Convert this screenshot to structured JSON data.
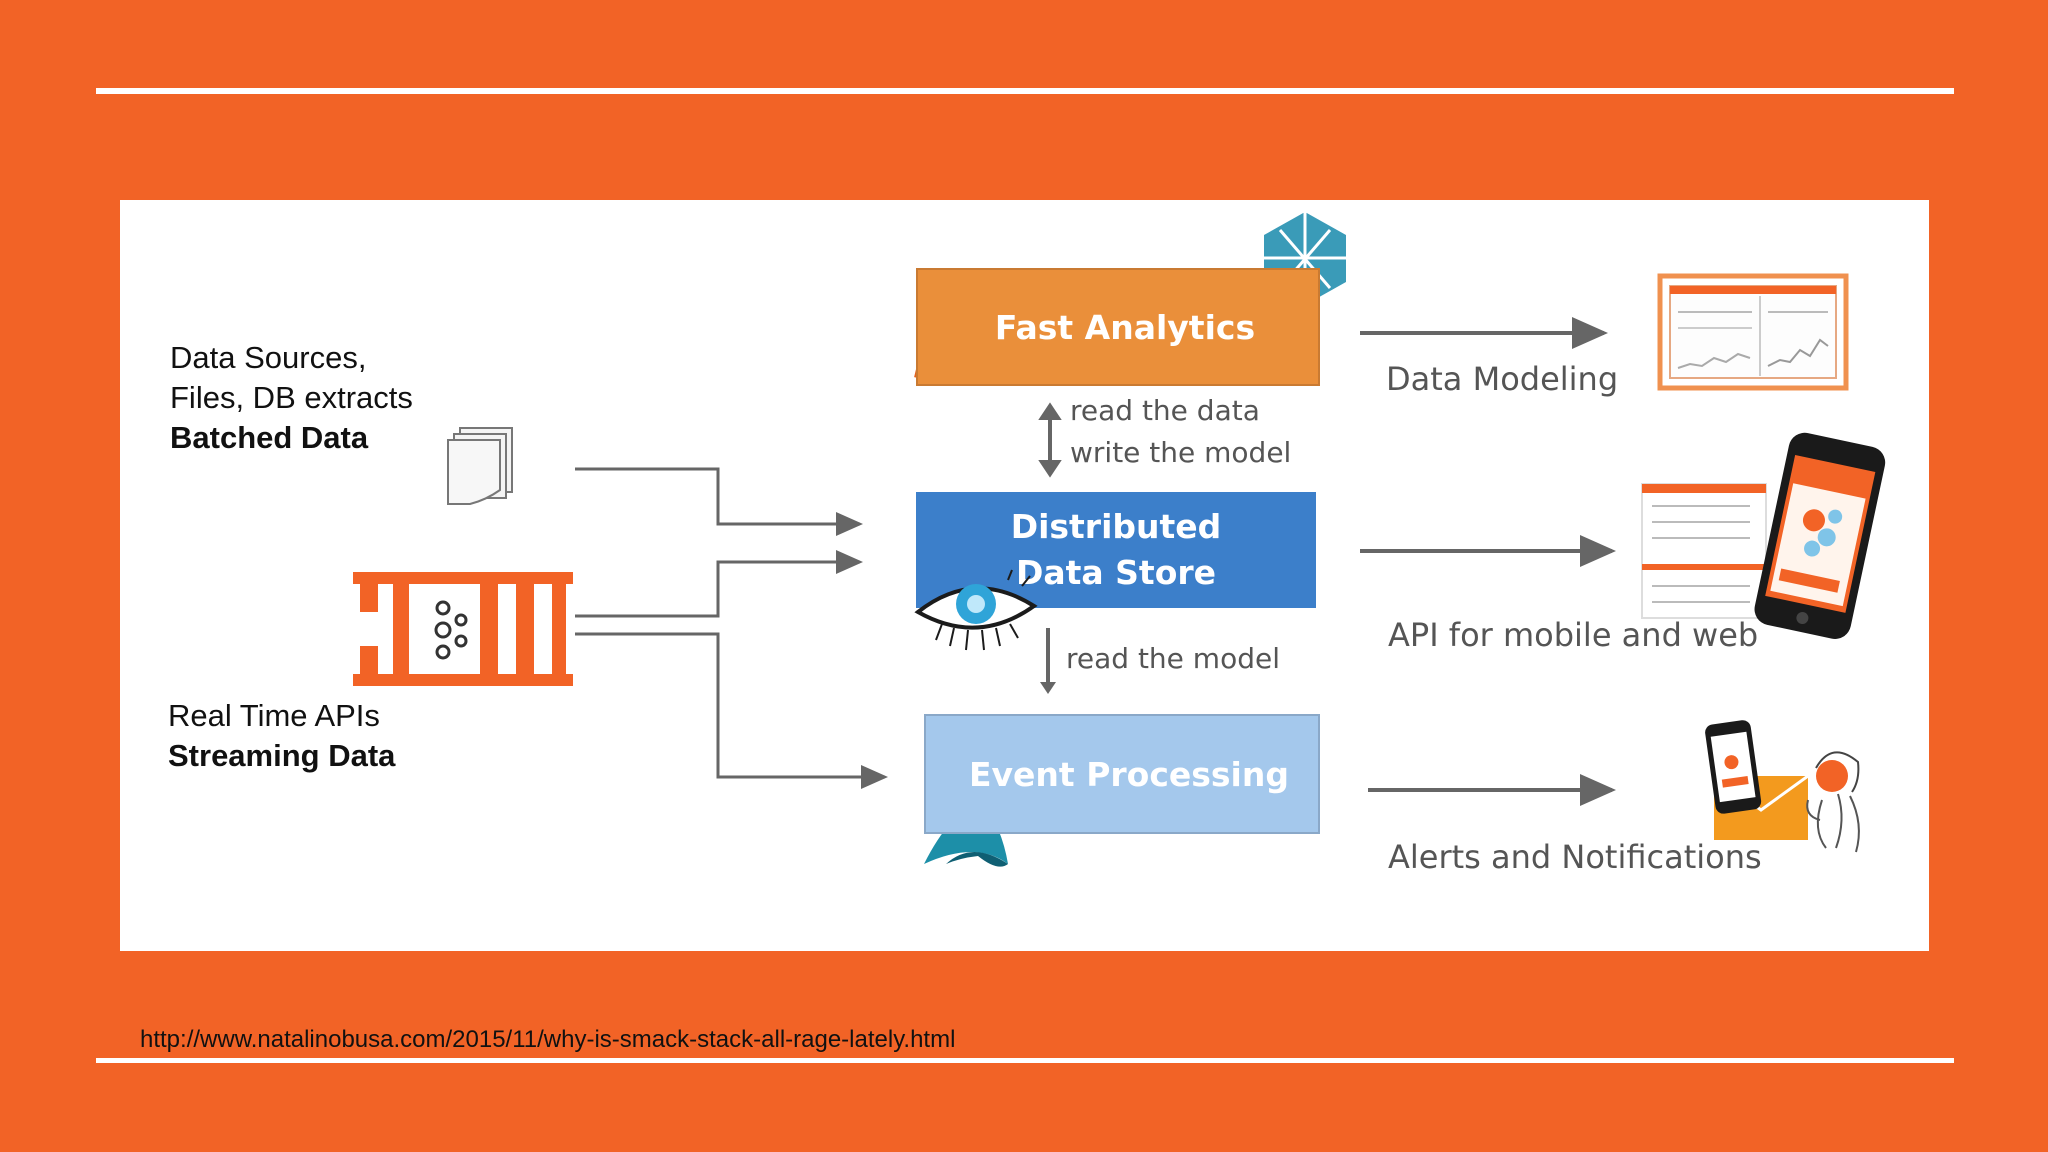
{
  "colors": {
    "background": "#f26326",
    "fast_analytics": "#ea8f3a",
    "distributed_store": "#3c7fca",
    "event_processing": "#a4c8ec",
    "arrow": "#666666"
  },
  "sources": {
    "batch_line1": "Data Sources,",
    "batch_line2": "Files, DB extracts",
    "batch_bold": "Batched Data",
    "stream_line1": "Real Time APIs",
    "stream_bold": "Streaming Data"
  },
  "boxes": {
    "fast_analytics": "Fast Analytics",
    "distributed_line1": "Distributed",
    "distributed_line2": "Data Store",
    "event_processing": "Event Processing"
  },
  "flows": {
    "read_data": "read the data",
    "write_model": "write the model",
    "read_model": "read the model"
  },
  "outputs": {
    "data_modeling": "Data Modeling",
    "api": "API for mobile and web",
    "alerts": "Alerts and Notifications"
  },
  "footer": {
    "url": "http://www.natalinobusa.com/2015/11/why-is-smack-stack-all-rage-lately.html"
  },
  "icons": [
    "file-stack-icon",
    "kafka-queue-icon",
    "mesos-logo-icon",
    "spark-logo-icon",
    "cassandra-eye-icon",
    "akka-logo-icon",
    "dashboard-thumbnail-icon",
    "mobile-phone-icon",
    "notification-person-icon"
  ]
}
